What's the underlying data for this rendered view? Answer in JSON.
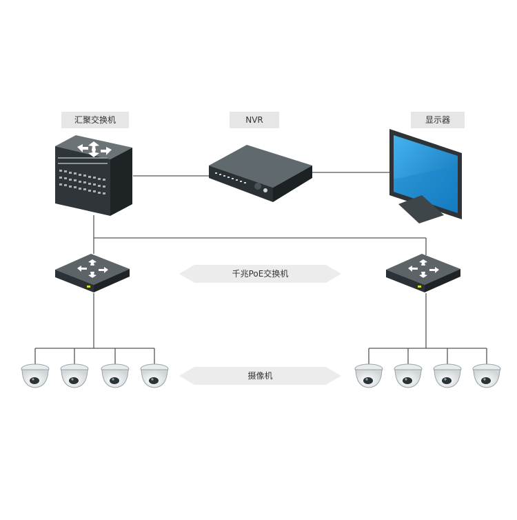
{
  "labels": {
    "core_switch": "汇聚交换机",
    "nvr": "NVR",
    "monitor": "显示器",
    "poe_switch": "千兆PoE交换机",
    "camera": "摄像机"
  },
  "colors": {
    "line": "#555555",
    "label_bg": "#e6e6e6",
    "switch_dark": "#2b3134",
    "switch_top": "#5a6266",
    "screen_blue": "#1a8fd6",
    "arrow_bg": "#ececec"
  },
  "icons": {
    "core_switch": "core-switch-icon",
    "nvr": "nvr-icon",
    "monitor": "monitor-icon",
    "poe_switch": "poe-switch-icon",
    "camera": "dome-camera-icon"
  }
}
